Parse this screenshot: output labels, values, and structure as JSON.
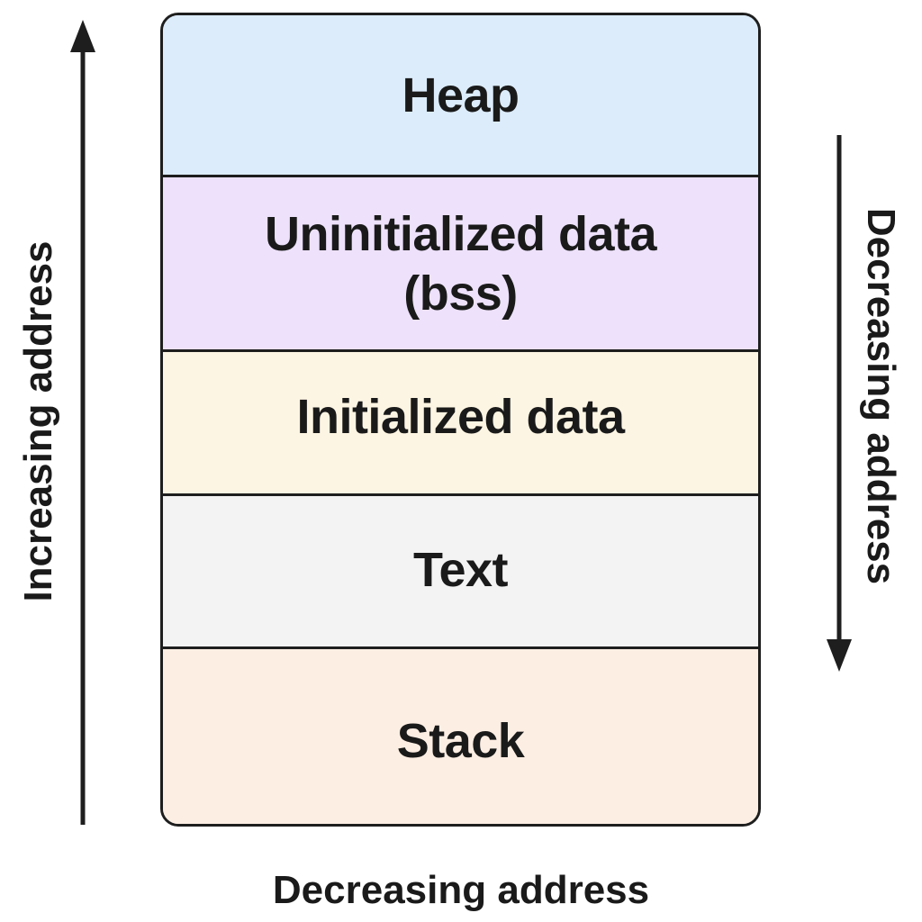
{
  "diagram": {
    "segments": [
      {
        "id": "heap",
        "label": "Heap",
        "label_line2": "",
        "fill": "#dcecfb"
      },
      {
        "id": "bss",
        "label": "Uninitialized data",
        "label_line2": "(bss)",
        "fill": "#ede1fb"
      },
      {
        "id": "init",
        "label": "Initialized data",
        "label_line2": "",
        "fill": "#fdf5e3"
      },
      {
        "id": "text",
        "label": "Text",
        "label_line2": "",
        "fill": "#f3f3f3"
      },
      {
        "id": "stack",
        "label": "Stack",
        "label_line2": "",
        "fill": "#fdeee3"
      }
    ],
    "left_arrow": {
      "label": "Increasing address",
      "direction": "up"
    },
    "right_arrow": {
      "label": "Decreasing address",
      "direction": "down"
    },
    "bottom_label": "Decreasing address",
    "colors": {
      "outline": "#1e1e1e",
      "text": "#1a1a1a",
      "background": "#ffffff"
    }
  }
}
